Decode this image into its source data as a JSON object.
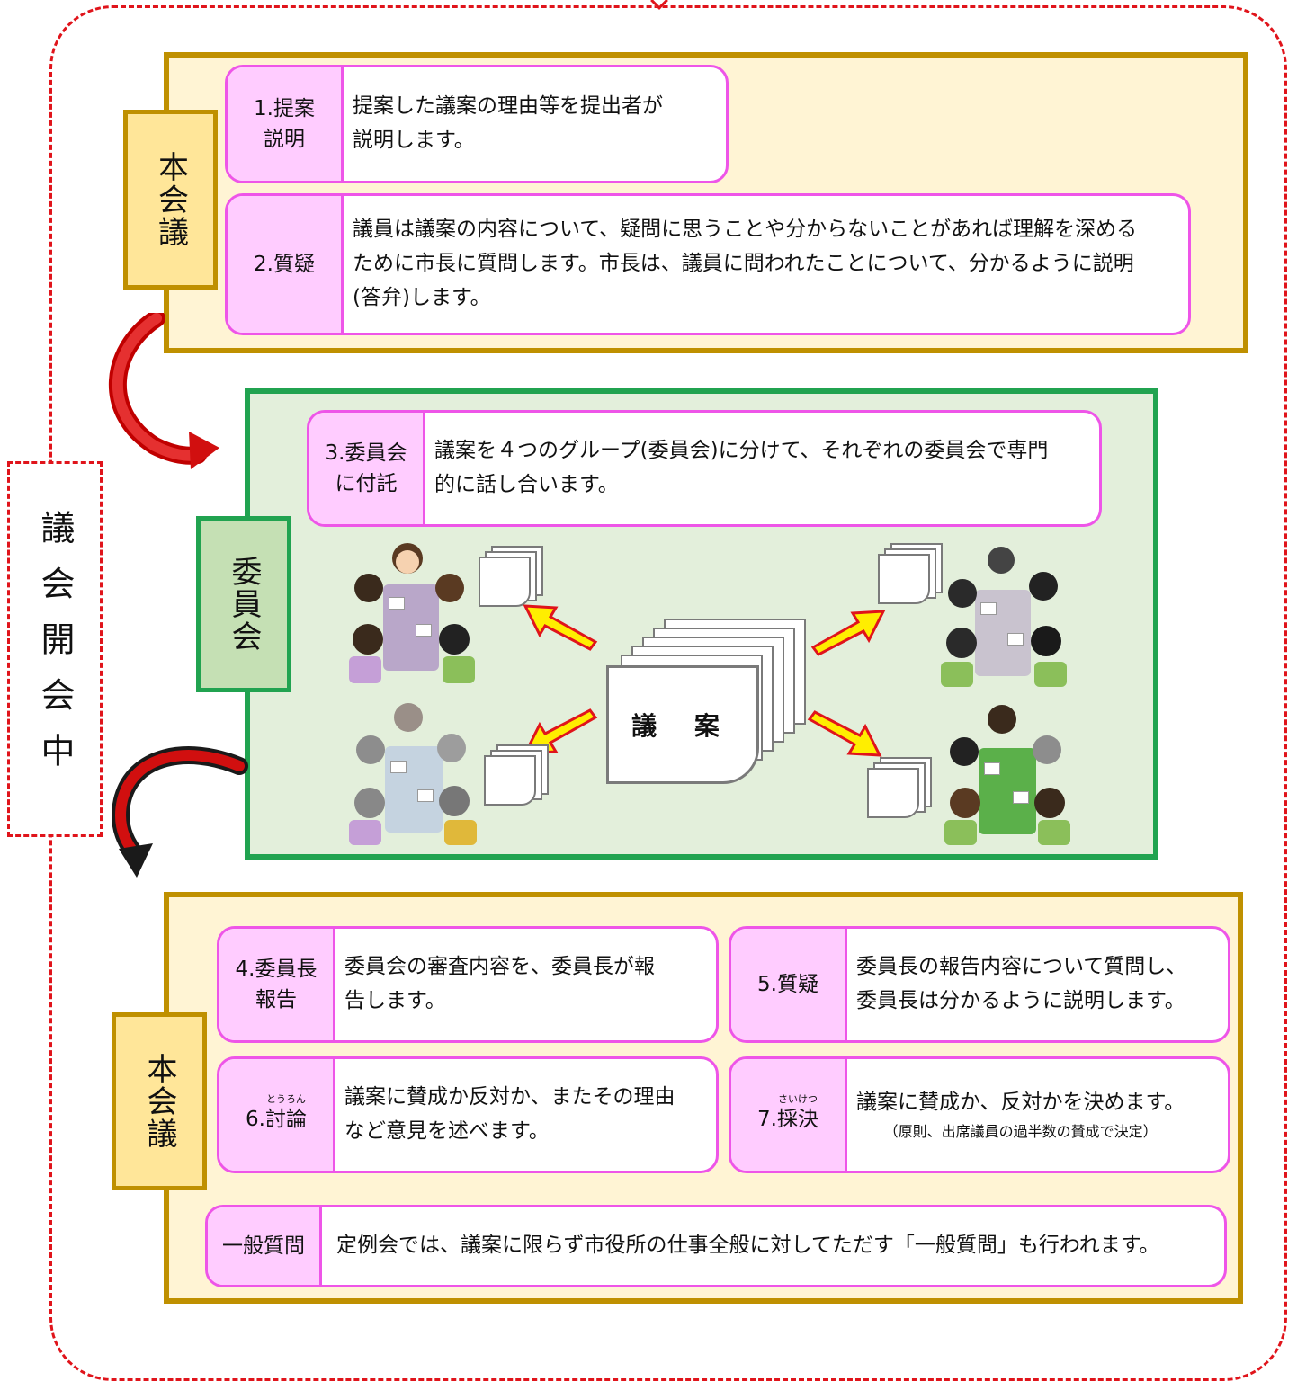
{
  "side_label": "議会開会中",
  "section1": {
    "label": "本会議",
    "steps": [
      {
        "tag": "1.提案\n説明",
        "desc": "提案した議案の理由等を提出者が\n説明します。"
      },
      {
        "tag": "2.質疑",
        "desc": "議員は議案の内容について、疑問に思うことや分からないことがあれば理解を深める\nために市長に質問します。市長は、議員に問われたことについて、分かるように説明\n(答弁)します。"
      }
    ]
  },
  "section2": {
    "label": "委員会",
    "step": {
      "tag": "3.委員会\nに付託",
      "desc": "議案を４つのグループ(委員会)に分けて、それぞれの委員会で専門\n的に話し合います。"
    },
    "center_doc": "議 案"
  },
  "section3": {
    "label": "本会議",
    "steps": [
      {
        "tag": "4.委員長\n報告",
        "desc": "委員会の審査内容を、委員長が報\n告します。"
      },
      {
        "tag": "5.質疑",
        "desc": "委員長の報告内容について質問し、\n委員長は分かるように説明します。"
      },
      {
        "tag": "6.討論",
        "ruby": "とうろん",
        "desc": "議案に賛成か反対か、またその理由\nなど意見を述べます。"
      },
      {
        "tag": "7.採決",
        "ruby": "さいけつ",
        "desc": "議案に賛成か、反対かを決めます。",
        "note": "（原則、出席議員の過半数の賛成で決定）"
      },
      {
        "tag": "一般質問",
        "desc": "定例会では、議案に限らず市役所の仕事全般に対してただす「一般質問」も行われます。"
      }
    ]
  },
  "colors": {
    "outer_dash": "#e0141b",
    "tan_border": "#bf9000",
    "tan_fill": "#fff4d4",
    "green_border": "#21a350",
    "green_fill": "#e3efdb",
    "pink_border": "#ee55e8",
    "pink_fill": "#ffccff"
  }
}
